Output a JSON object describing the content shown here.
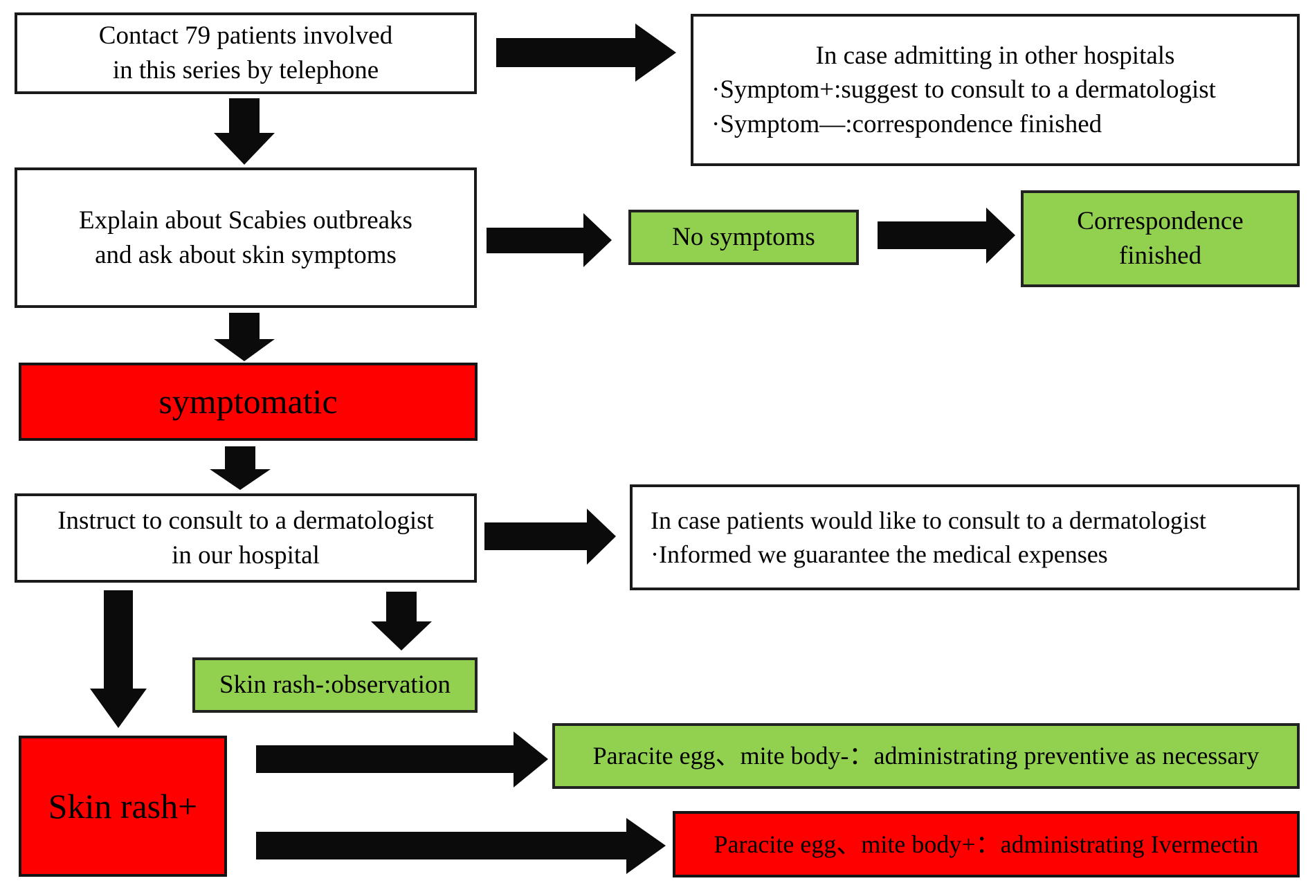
{
  "colors": {
    "box_green": "#92d050",
    "box_red": "#ff0000",
    "box_white": "#ffffff",
    "border_black": "#1a1a1a",
    "arrow_black": "#0b0b0b"
  },
  "boxes": {
    "contact": {
      "lines": [
        "Contact 79 patients involved",
        "in this series by telephone"
      ]
    },
    "other_hospitals": {
      "lines": [
        "In case admitting in other hospitals",
        "·Symptom+:suggest to consult to a dermatologist",
        "·Symptom—:correspondence finished"
      ]
    },
    "explain": {
      "lines": [
        "Explain about Scabies outbreaks",
        "and ask about skin symptoms"
      ]
    },
    "no_symptoms": {
      "label": "No symptoms"
    },
    "correspondence": {
      "lines": [
        "Correspondence",
        "finished"
      ]
    },
    "symptomatic": {
      "label": "symptomatic"
    },
    "instruct": {
      "lines": [
        "Instruct to consult to a dermatologist",
        "in our hospital"
      ]
    },
    "consult_info": {
      "lines": [
        "In case patients would like to consult to a dermatologist",
        "·Informed we guarantee the medical expenses"
      ]
    },
    "observation": {
      "label": "Skin rash-:observation"
    },
    "skin_rash": {
      "label": "Skin rash+"
    },
    "preventive": {
      "label": "Paracite egg、mite body-：administrating preventive as necessary"
    },
    "ivermectin": {
      "label": "Paracite egg、mite body+：administrating Ivermectin"
    }
  }
}
